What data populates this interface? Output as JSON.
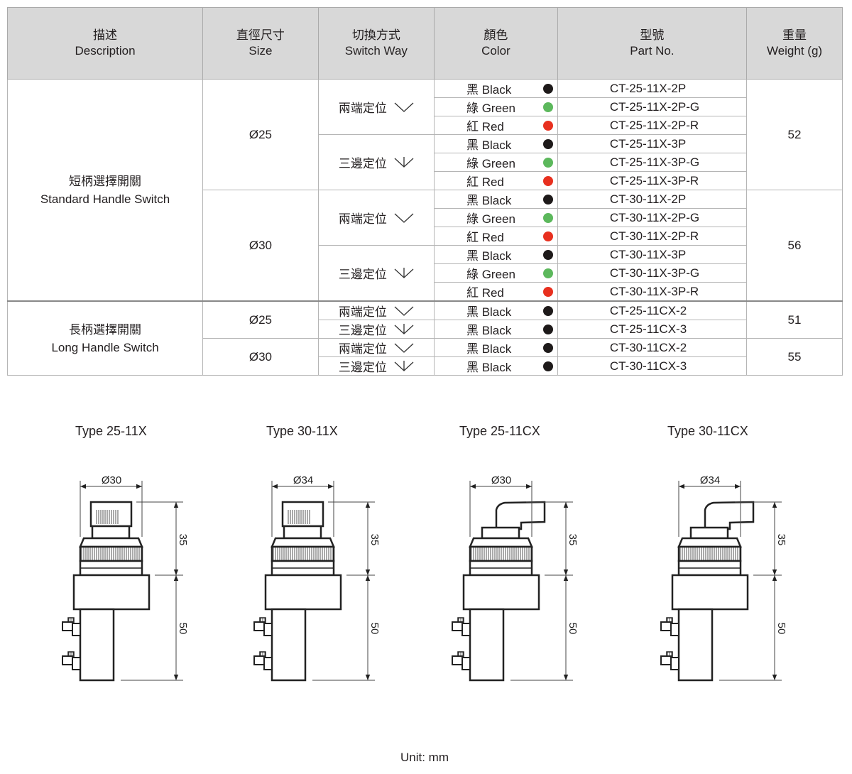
{
  "headers": [
    {
      "zh": "描述",
      "en": "Description"
    },
    {
      "zh": "直徑尺寸",
      "en": "Size"
    },
    {
      "zh": "切換方式",
      "en": "Switch Way"
    },
    {
      "zh": "顏色",
      "en": "Color"
    },
    {
      "zh": "型號",
      "en": "Part No."
    },
    {
      "zh": "重量",
      "en": "Weight (g)"
    }
  ],
  "colors": {
    "black": "#1e1a1a",
    "green": "#5cb85c",
    "red": "#e8301f"
  },
  "groups": [
    {
      "desc_zh": "短柄選擇開關",
      "desc_en": "Standard Handle Switch",
      "sizes": [
        {
          "size": "Ø25",
          "weight": "52",
          "ways": [
            {
              "label": "兩端定位",
              "icon": "two-position",
              "rows": [
                {
                  "zh": "黑",
                  "en": "Black",
                  "color": "black",
                  "part": "CT-25-11X-2P"
                },
                {
                  "zh": "綠",
                  "en": "Green",
                  "color": "green",
                  "part": "CT-25-11X-2P-G"
                },
                {
                  "zh": "紅",
                  "en": "Red",
                  "color": "red",
                  "part": "CT-25-11X-2P-R"
                }
              ]
            },
            {
              "label": "三邊定位",
              "icon": "three-position",
              "rows": [
                {
                  "zh": "黑",
                  "en": "Black",
                  "color": "black",
                  "part": "CT-25-11X-3P"
                },
                {
                  "zh": "綠",
                  "en": "Green",
                  "color": "green",
                  "part": "CT-25-11X-3P-G"
                },
                {
                  "zh": "紅",
                  "en": "Red",
                  "color": "red",
                  "part": "CT-25-11X-3P-R"
                }
              ]
            }
          ]
        },
        {
          "size": "Ø30",
          "weight": "56",
          "ways": [
            {
              "label": "兩端定位",
              "icon": "two-position",
              "rows": [
                {
                  "zh": "黑",
                  "en": "Black",
                  "color": "black",
                  "part": "CT-30-11X-2P"
                },
                {
                  "zh": "綠",
                  "en": "Green",
                  "color": "green",
                  "part": "CT-30-11X-2P-G"
                },
                {
                  "zh": "紅",
                  "en": "Red",
                  "color": "red",
                  "part": "CT-30-11X-2P-R"
                }
              ]
            },
            {
              "label": "三邊定位",
              "icon": "three-position",
              "rows": [
                {
                  "zh": "黑",
                  "en": "Black",
                  "color": "black",
                  "part": "CT-30-11X-3P"
                },
                {
                  "zh": "綠",
                  "en": "Green",
                  "color": "green",
                  "part": "CT-30-11X-3P-G"
                },
                {
                  "zh": "紅",
                  "en": "Red",
                  "color": "red",
                  "part": "CT-30-11X-3P-R"
                }
              ]
            }
          ]
        }
      ]
    },
    {
      "desc_zh": "長柄選擇開關",
      "desc_en": "Long Handle Switch",
      "sizes": [
        {
          "size": "Ø25",
          "weight": "51",
          "ways": [
            {
              "label": "兩端定位",
              "icon": "two-position",
              "rows": [
                {
                  "zh": "黑",
                  "en": "Black",
                  "color": "black",
                  "part": "CT-25-11CX-2"
                }
              ]
            },
            {
              "label": "三邊定位",
              "icon": "three-position",
              "rows": [
                {
                  "zh": "黑",
                  "en": "Black",
                  "color": "black",
                  "part": "CT-25-11CX-3"
                }
              ]
            }
          ]
        },
        {
          "size": "Ø30",
          "weight": "55",
          "ways": [
            {
              "label": "兩端定位",
              "icon": "two-position",
              "rows": [
                {
                  "zh": "黑",
                  "en": "Black",
                  "color": "black",
                  "part": "CT-30-11CX-2"
                }
              ]
            },
            {
              "label": "三邊定位",
              "icon": "three-position",
              "rows": [
                {
                  "zh": "黑",
                  "en": "Black",
                  "color": "black",
                  "part": "CT-30-11CX-3"
                }
              ]
            }
          ]
        }
      ]
    }
  ],
  "drawings": [
    {
      "title": "Type 25-11X",
      "handle": "knob",
      "diameter": "Ø30",
      "dim_top": "35",
      "dim_bottom": "50"
    },
    {
      "title": "Type 30-11X",
      "handle": "knob",
      "diameter": "Ø34",
      "dim_top": "35",
      "dim_bottom": "50"
    },
    {
      "title": "Type 25-11CX",
      "handle": "lever",
      "diameter": "Ø30",
      "dim_top": "35",
      "dim_bottom": "50"
    },
    {
      "title": "Type 30-11CX",
      "handle": "lever",
      "diameter": "Ø34",
      "dim_top": "35",
      "dim_bottom": "50"
    }
  ],
  "unit": "Unit: mm"
}
